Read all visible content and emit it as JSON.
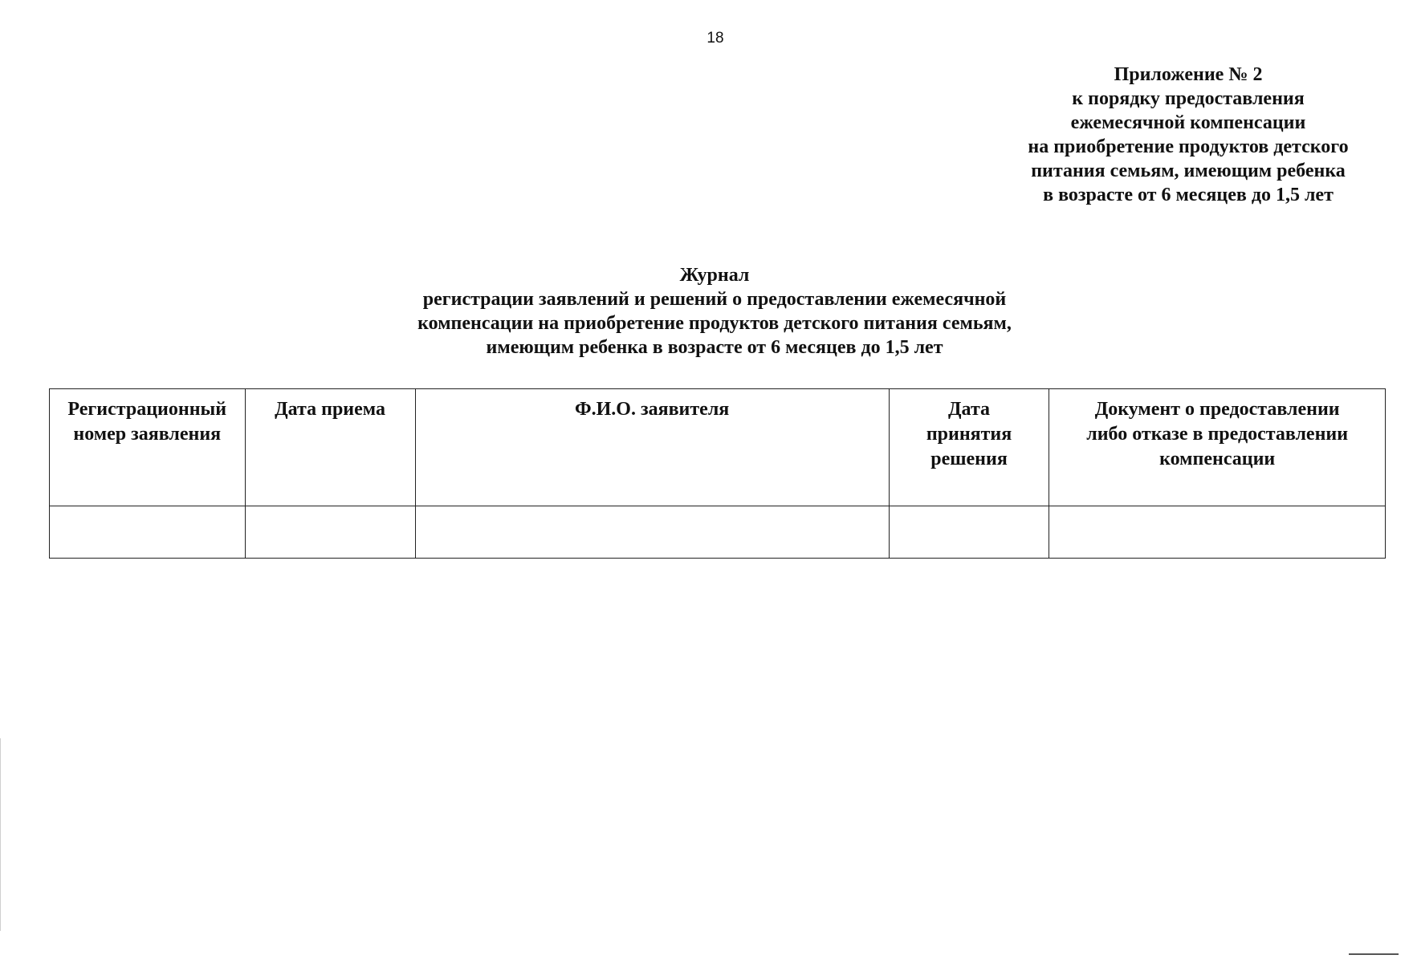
{
  "page": {
    "number": "18"
  },
  "appendix": {
    "lines": [
      "Приложение № 2",
      "к порядку предоставления",
      "ежемесячной компенсации",
      "на приобретение продуктов детского",
      "питания семьям, имеющим ребенка",
      "в возрасте от 6 месяцев до 1,5 лет"
    ]
  },
  "journal": {
    "title": "Журнал",
    "subtitle_lines": [
      "регистрации заявлений и решений о предоставлении ежемесячной",
      "компенсации на приобретение продуктов детского питания семьям,",
      "имеющим ребенка в возрасте от 6 месяцев до 1,5 лет"
    ]
  },
  "table": {
    "headers": [
      [
        "Регистрационный",
        "номер заявления"
      ],
      [
        "Дата приема"
      ],
      [
        "Ф.И.О. заявителя"
      ],
      [
        "Дата",
        "принятия",
        "решения"
      ],
      [
        "Документ о предоставлении",
        "либо отказе в предоставлении",
        "компенсации"
      ]
    ],
    "rows": [
      [
        "",
        "",
        "",
        "",
        ""
      ]
    ]
  }
}
